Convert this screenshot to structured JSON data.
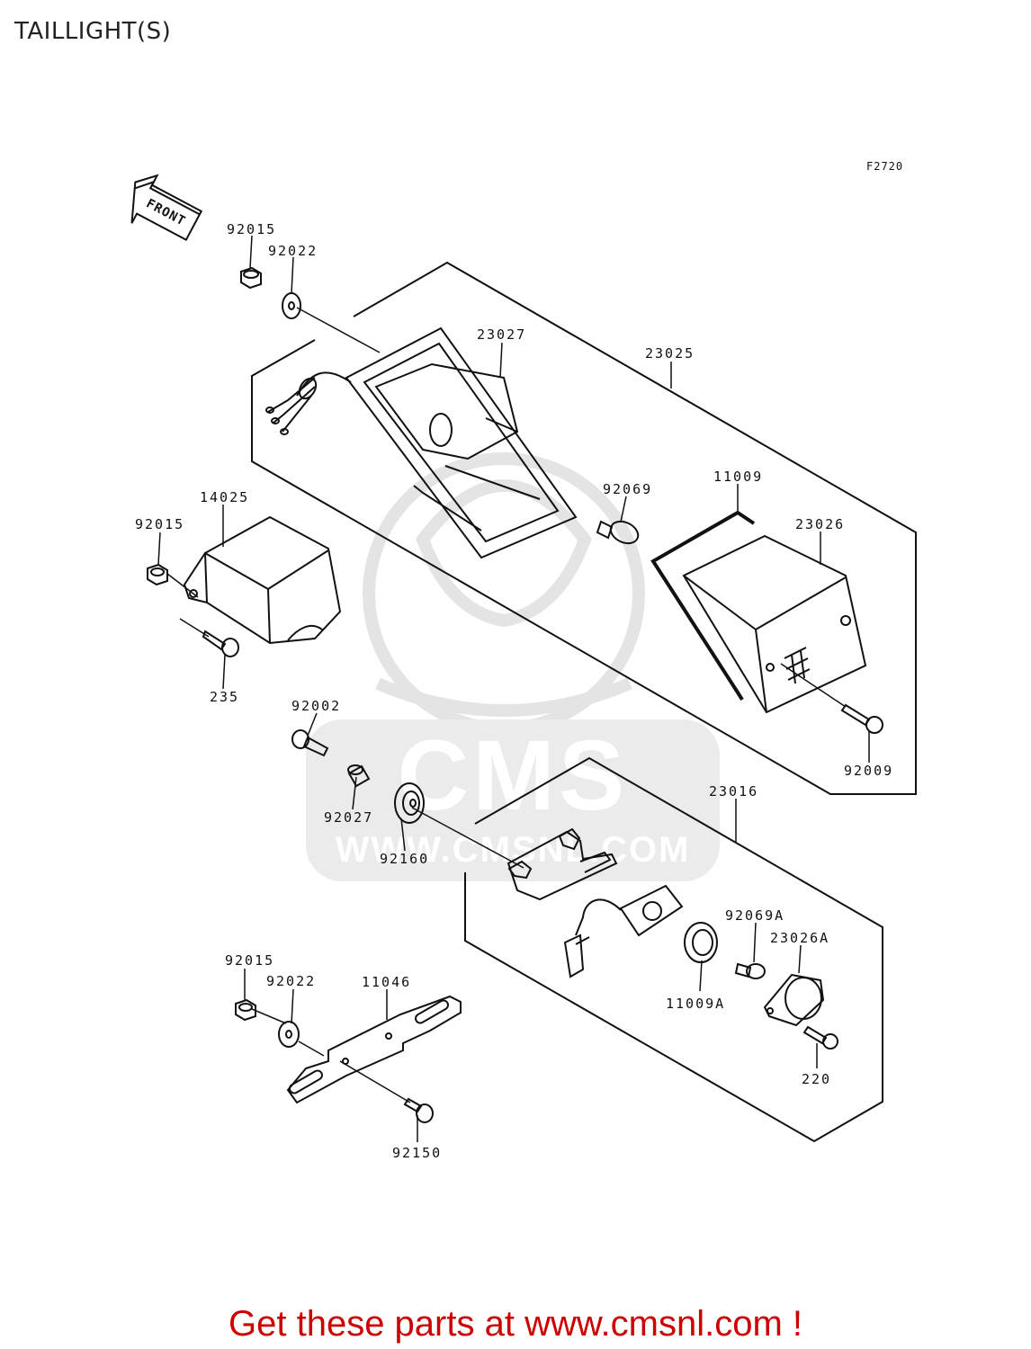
{
  "title": "TAILLIGHT(S)",
  "figure_code": "F2720",
  "front_label": "FRONT",
  "watermark": {
    "brand": "CMS",
    "url": "WWW.CMSNL.COM"
  },
  "footer_text": "Get these parts at www.cmsnl.com !",
  "colors": {
    "footer": "#cc0000",
    "line": "#111111",
    "watermark": "#e6e6e6"
  },
  "parts": [
    {
      "id": "p92015a",
      "label": "92015"
    },
    {
      "id": "p92022a",
      "label": "92022"
    },
    {
      "id": "p23027",
      "label": "23027"
    },
    {
      "id": "p23025",
      "label": "23025"
    },
    {
      "id": "p14025",
      "label": "14025"
    },
    {
      "id": "p92015b",
      "label": "92015"
    },
    {
      "id": "p92069",
      "label": "92069"
    },
    {
      "id": "p11009",
      "label": "11009"
    },
    {
      "id": "p23026",
      "label": "23026"
    },
    {
      "id": "p235",
      "label": "235"
    },
    {
      "id": "p92002",
      "label": "92002"
    },
    {
      "id": "p92009",
      "label": "92009"
    },
    {
      "id": "p23016",
      "label": "23016"
    },
    {
      "id": "p92027",
      "label": "92027"
    },
    {
      "id": "p92160",
      "label": "92160"
    },
    {
      "id": "p92069A",
      "label": "92069A"
    },
    {
      "id": "p23026A",
      "label": "23026A"
    },
    {
      "id": "p11009A",
      "label": "11009A"
    },
    {
      "id": "p92015c",
      "label": "92015"
    },
    {
      "id": "p92022c",
      "label": "92022"
    },
    {
      "id": "p11046",
      "label": "11046"
    },
    {
      "id": "p220",
      "label": "220"
    },
    {
      "id": "p92150",
      "label": "92150"
    }
  ]
}
